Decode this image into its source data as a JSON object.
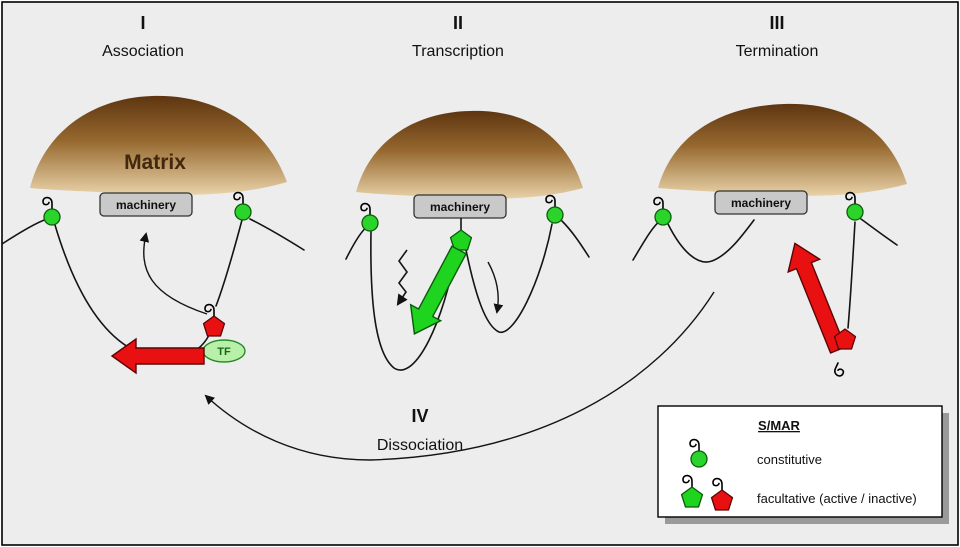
{
  "steps": [
    {
      "numeral": "I",
      "label": "Association"
    },
    {
      "numeral": "II",
      "label": "Transcription"
    },
    {
      "numeral": "III",
      "label": "Termination"
    },
    {
      "numeral": "IV",
      "label": "Dissociation"
    }
  ],
  "matrix_label": "Matrix",
  "machinery_label": "machinery",
  "tf_label": "TF",
  "legend": {
    "title": "S/MAR",
    "constitutive_label": "constitutive",
    "facultative_label": "facultative (active / inactive)"
  },
  "icons": {
    "smar_constitutive": "green-circle-with-hook",
    "smar_facultative_active": "green-pentagon-with-hook",
    "smar_facultative_inactive": "red-pentagon-with-hook",
    "rna_transcript": "zigzag-arrow"
  },
  "colors": {
    "background": "#ededed",
    "matrix_top": "#5e3510",
    "matrix_mid": "#96682f",
    "matrix_bottom": "#e8d2a8",
    "constitutive_green": "#2ad42a",
    "active_green": "#1ed41e",
    "inactive_red": "#e81010",
    "machinery_gray": "#c9c9c9",
    "tf_fill": "#b9f0a9"
  }
}
